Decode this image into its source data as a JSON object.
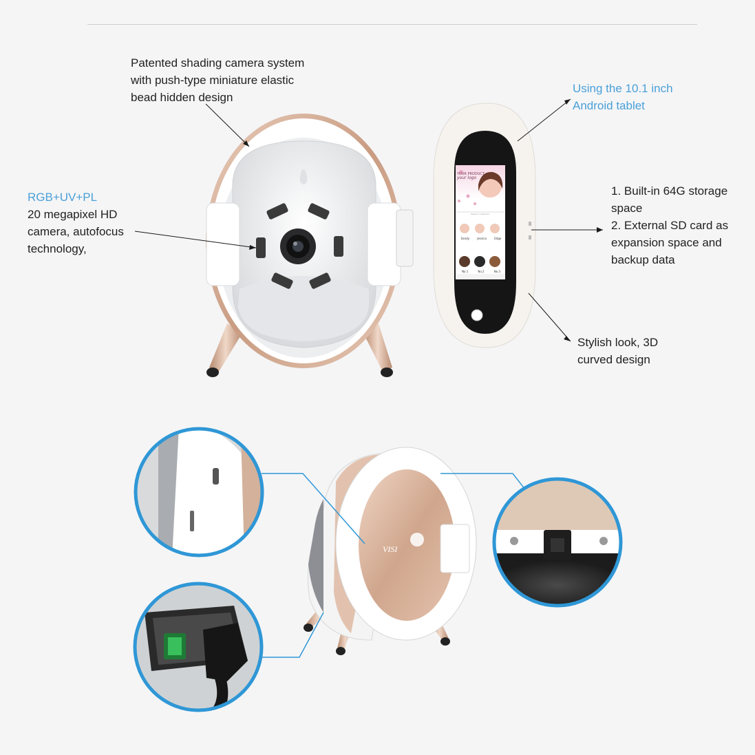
{
  "captions": {
    "shading_camera": [
      "Patented shading camera system",
      "with push-type miniature elastic",
      "bead hidden design"
    ],
    "camera_spec_title": "RGB+UV+PL",
    "camera_spec": [
      "20 megapixel HD",
      "camera, autofocus",
      "technology,"
    ],
    "tablet": [
      "Using the 10.1 inch",
      "Android tablet"
    ],
    "storage": [
      "1. Built-in 64G storage",
      "space",
      "2. External SD card as",
      "expansion space and",
      "backup data"
    ],
    "look": [
      "Stylish look, 3D",
      "curved design"
    ]
  },
  "tablet_screen": {
    "banner_line1": "YOUR PRODUCT",
    "banner_line2": "your logo",
    "header": "Select a customer",
    "customers": [
      "Sandy",
      "Jessica",
      "Edge"
    ],
    "numbers": [
      "No.1",
      "No.2",
      "No.3"
    ]
  },
  "device_back": {
    "brand": "VISI"
  },
  "colors": {
    "accent_blue": "#4aa0d8",
    "rose_gold": "#d9b5a0",
    "background": "#f5f5f6"
  }
}
